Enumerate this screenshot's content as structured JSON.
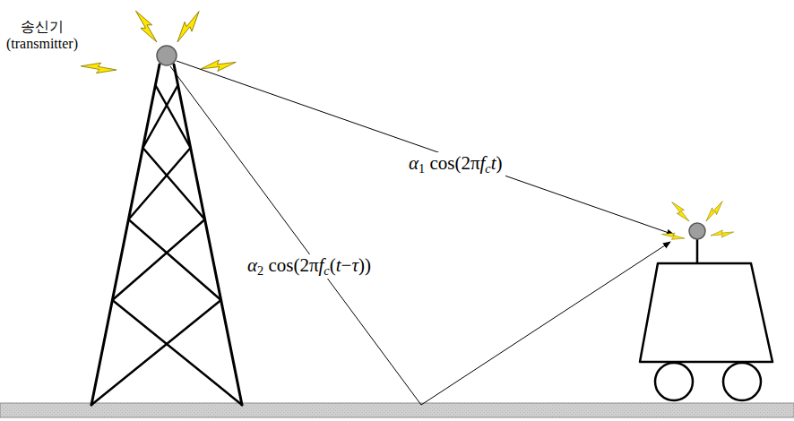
{
  "diagram": {
    "labels": [
      "송신기 (transmitter)",
      "α1 cos(2πfct)",
      "α2 cos(2πfc(t−τ))"
    ]
  }
}
